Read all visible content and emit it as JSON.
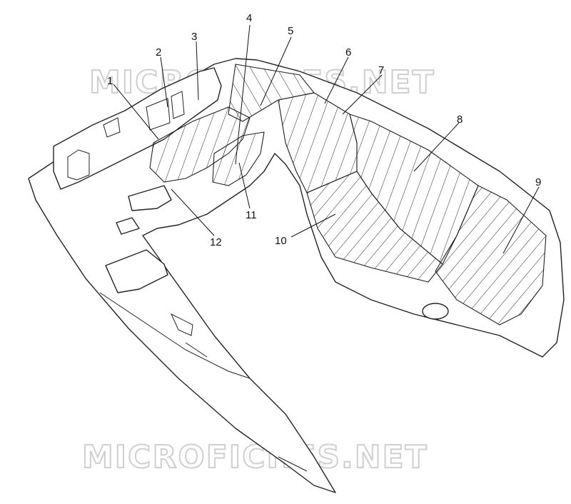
{
  "watermark": {
    "top": "MICROFICHES.NET",
    "bottom": "MICROFICHES.NET"
  },
  "callouts": [
    "1",
    "2",
    "3",
    "4",
    "5",
    "6",
    "7",
    "8",
    "9",
    "10",
    "11",
    "12"
  ]
}
